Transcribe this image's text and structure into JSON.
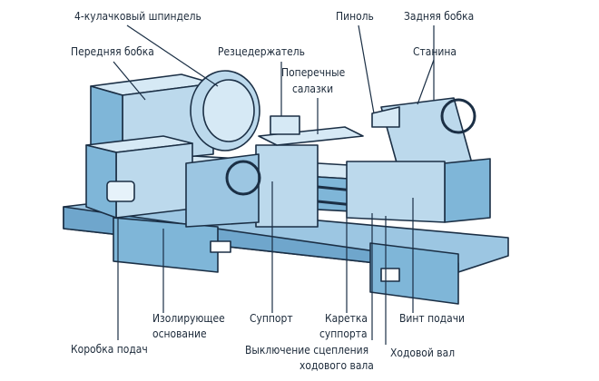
{
  "diagram": {
    "colors": {
      "body_light": "#bcd9ec",
      "body_mid": "#7fb6d8",
      "body_dark": "#3f84b6",
      "outline": "#1b2f45",
      "leader": "#1b2f45"
    },
    "labels": {
      "spindle": "4-кулачковый шпиндель",
      "headstock": "Передняя бобка",
      "toolholder": "Резцедержатель",
      "cross_slide_1": "Поперечные",
      "cross_slide_2": "салазки",
      "quill": "Пиноль",
      "tailstock": "Задняя бобка",
      "bed": "Станина",
      "feed_box": "Коробка подач",
      "insulated_base_1": "Изолирующее",
      "insulated_base_2": "основание",
      "support": "Суппорт",
      "carriage_1": "Каретка",
      "carriage_2": "суппорта",
      "lead_screw": "Винт подачи",
      "disengage_1": "Выключение сцепления",
      "disengage_2": "ходового вала",
      "feed_shaft": "Ходовой вал"
    }
  }
}
